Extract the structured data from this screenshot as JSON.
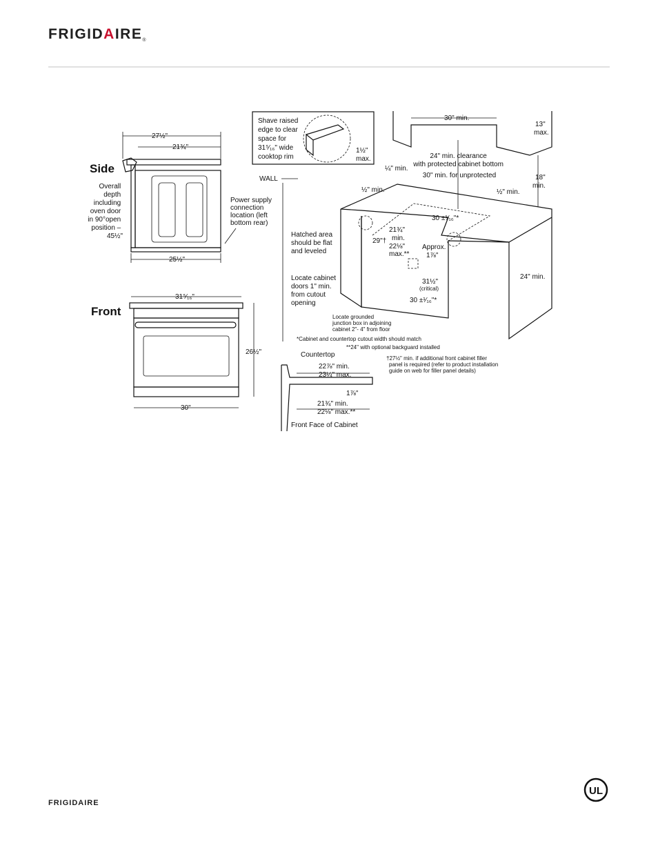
{
  "brand": {
    "name_left": "FRIGID",
    "name_accent": "A",
    "name_right": "IRE",
    "trademark": "®",
    "footer_name": "FRIGIDAIRE",
    "cert_mark": "UL"
  },
  "side_view": {
    "heading": "Side",
    "dim_top": "27½\"",
    "dim_mid": "21¾\"",
    "dim_bottom": "25½\"",
    "note_depth": [
      "Overall",
      "depth",
      "including",
      "oven door",
      "in 90°open",
      "position –",
      "45½\""
    ],
    "note_power": [
      "Power supply",
      "connection",
      "location (left",
      "bottom rear)"
    ]
  },
  "front_view": {
    "heading": "Front",
    "dim_top": "31⁵⁄₁₆\"",
    "dim_height": "26½\"",
    "dim_bottom": "30\""
  },
  "install_view": {
    "inset_note": [
      "Shave raised",
      "edge to clear",
      "space for",
      "31⁵⁄₁₆\" wide",
      "cooktop rim"
    ],
    "inset_dim": "1½\"",
    "inset_dim_max": "max.",
    "wall": "WALL",
    "dim_30_min": "30\" min.",
    "dim_13_max": [
      "13\"",
      "max."
    ],
    "clearance": [
      "24\" min. clearance",
      "with protected cabinet bottom",
      "30\" min. for unprotected"
    ],
    "dim_18_min": [
      "18\"",
      "min."
    ],
    "quarter_min": "¼\" min.",
    "half_min_left": "½\" min.",
    "half_min_right": "½\" min.",
    "dim_30_cutout_top": "30 ±¹⁄₁₆\"*",
    "dim_21_min": [
      "21¾\"",
      "min.",
      "22⅛\"",
      "max.**"
    ],
    "dim_29": "29\"†",
    "approx": [
      "Approx.",
      "1⅞\""
    ],
    "hatched_note": [
      "Hatched area",
      "should be flat",
      "and leveled"
    ],
    "locate_doors": [
      "Locate cabinet",
      "doors 1\" min.",
      "from cutout",
      "opening"
    ],
    "dim_31_half": "31½\"",
    "critical": "(critical)",
    "dim_30_cutout_bottom": "30 ±¹⁄₁₆\"*",
    "dim_24_min": "24\" min.",
    "junction_note": [
      "Locate grounded",
      "junction box in adjoining",
      "cabinet 2\"- 4\" from floor"
    ],
    "footnote_1": "*Cabinet and countertop cutout width should match",
    "footnote_2": "**24\" with optional backguard installed",
    "footnote_3": [
      "†27½\" min. if additional front cabinet filler",
      "panel is required (refer to product installation",
      "guide on web for filler panel details)"
    ]
  },
  "section_view": {
    "countertop": "Countertop",
    "dim_top": [
      "22⅞\" min.",
      "23¼\" max."
    ],
    "dim_right": "1⅞\"",
    "dim_bottom": [
      "21¾\" min.",
      "22⅛\" max.**"
    ],
    "front_face": "Front Face of Cabinet"
  },
  "colors": {
    "accent": "#c8102e",
    "rule": "#e0e0e0",
    "ink": "#111111"
  }
}
